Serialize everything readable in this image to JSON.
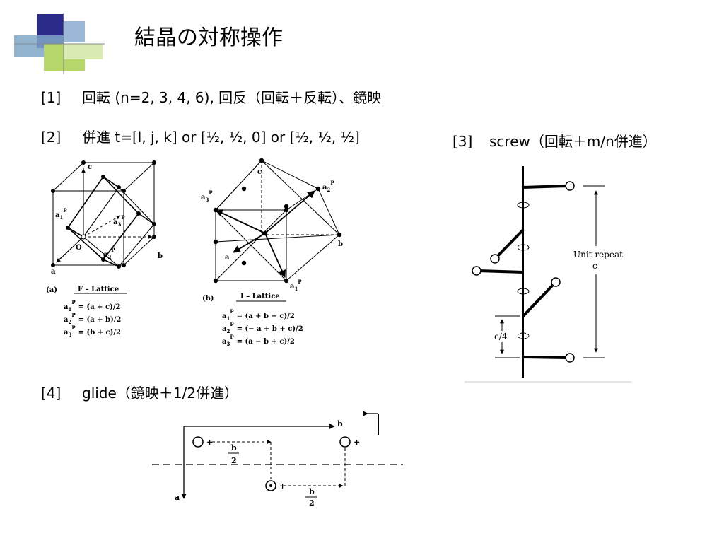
{
  "slide": {
    "title": "結晶の対称操作",
    "items": [
      {
        "num": "[1]",
        "text": "回転 (n=2, 3, 4, 6), 回反（回転＋反転）、鏡映"
      },
      {
        "num": "[2]",
        "text": "併進 t=[l, j, k] or [½, ½, 0] or [½, ½, ½]"
      },
      {
        "num": "[3]",
        "text": "screw（回転＋m/n併進）"
      },
      {
        "num": "[4]",
        "text": "glide（鏡映＋1/2併進）"
      }
    ]
  },
  "fig_f": {
    "caption_letter": "(a)",
    "caption_name": "F – Lattice",
    "axis_a": "a",
    "axis_b": "b",
    "axis_c": "c",
    "origin": "O",
    "v1": "a",
    "v1_sub": "1",
    "v1_sup": "P",
    "v2": "a",
    "v2_sub": "2",
    "v2_sup": "P",
    "v3": "a",
    "v3_sub": "3",
    "v3_sup": "P",
    "equations": [
      {
        "lhs": "a",
        "sub": "1",
        "sup": "P",
        "rhs": "=  (a + c)/2"
      },
      {
        "lhs": "a",
        "sub": "2",
        "sup": "P",
        "rhs": "=  (a + b)/2"
      },
      {
        "lhs": "a",
        "sub": "3",
        "sup": "P",
        "rhs": "=  (b + c)/2"
      }
    ]
  },
  "fig_i": {
    "caption_letter": "(b)",
    "caption_name": "I – Lattice",
    "axis_a": "a",
    "axis_b": "b",
    "axis_c": "c",
    "v1": "a",
    "v1_sub": "1",
    "v1_sup": "P",
    "v2": "a",
    "v2_sub": "2",
    "v2_sup": "P",
    "v3": "a",
    "v3_sub": "3",
    "v3_sup": "P",
    "equations": [
      {
        "lhs": "a",
        "sub": "1",
        "sup": "P",
        "rhs": "=  (a + b − c)/2"
      },
      {
        "lhs": "a",
        "sub": "2",
        "sup": "P",
        "rhs": "=  (− a + b + c)/2"
      },
      {
        "lhs": "a",
        "sub": "3",
        "sup": "P",
        "rhs": "=  (a − b + c)/2"
      }
    ]
  },
  "fig_screw": {
    "unit_label": "Unit repeat",
    "unit_sym": "c",
    "quarter_label": "c/4"
  },
  "fig_glide": {
    "axis_a": "a",
    "axis_b": "b",
    "plus": "+",
    "half_num": "b",
    "half_den": "2"
  }
}
